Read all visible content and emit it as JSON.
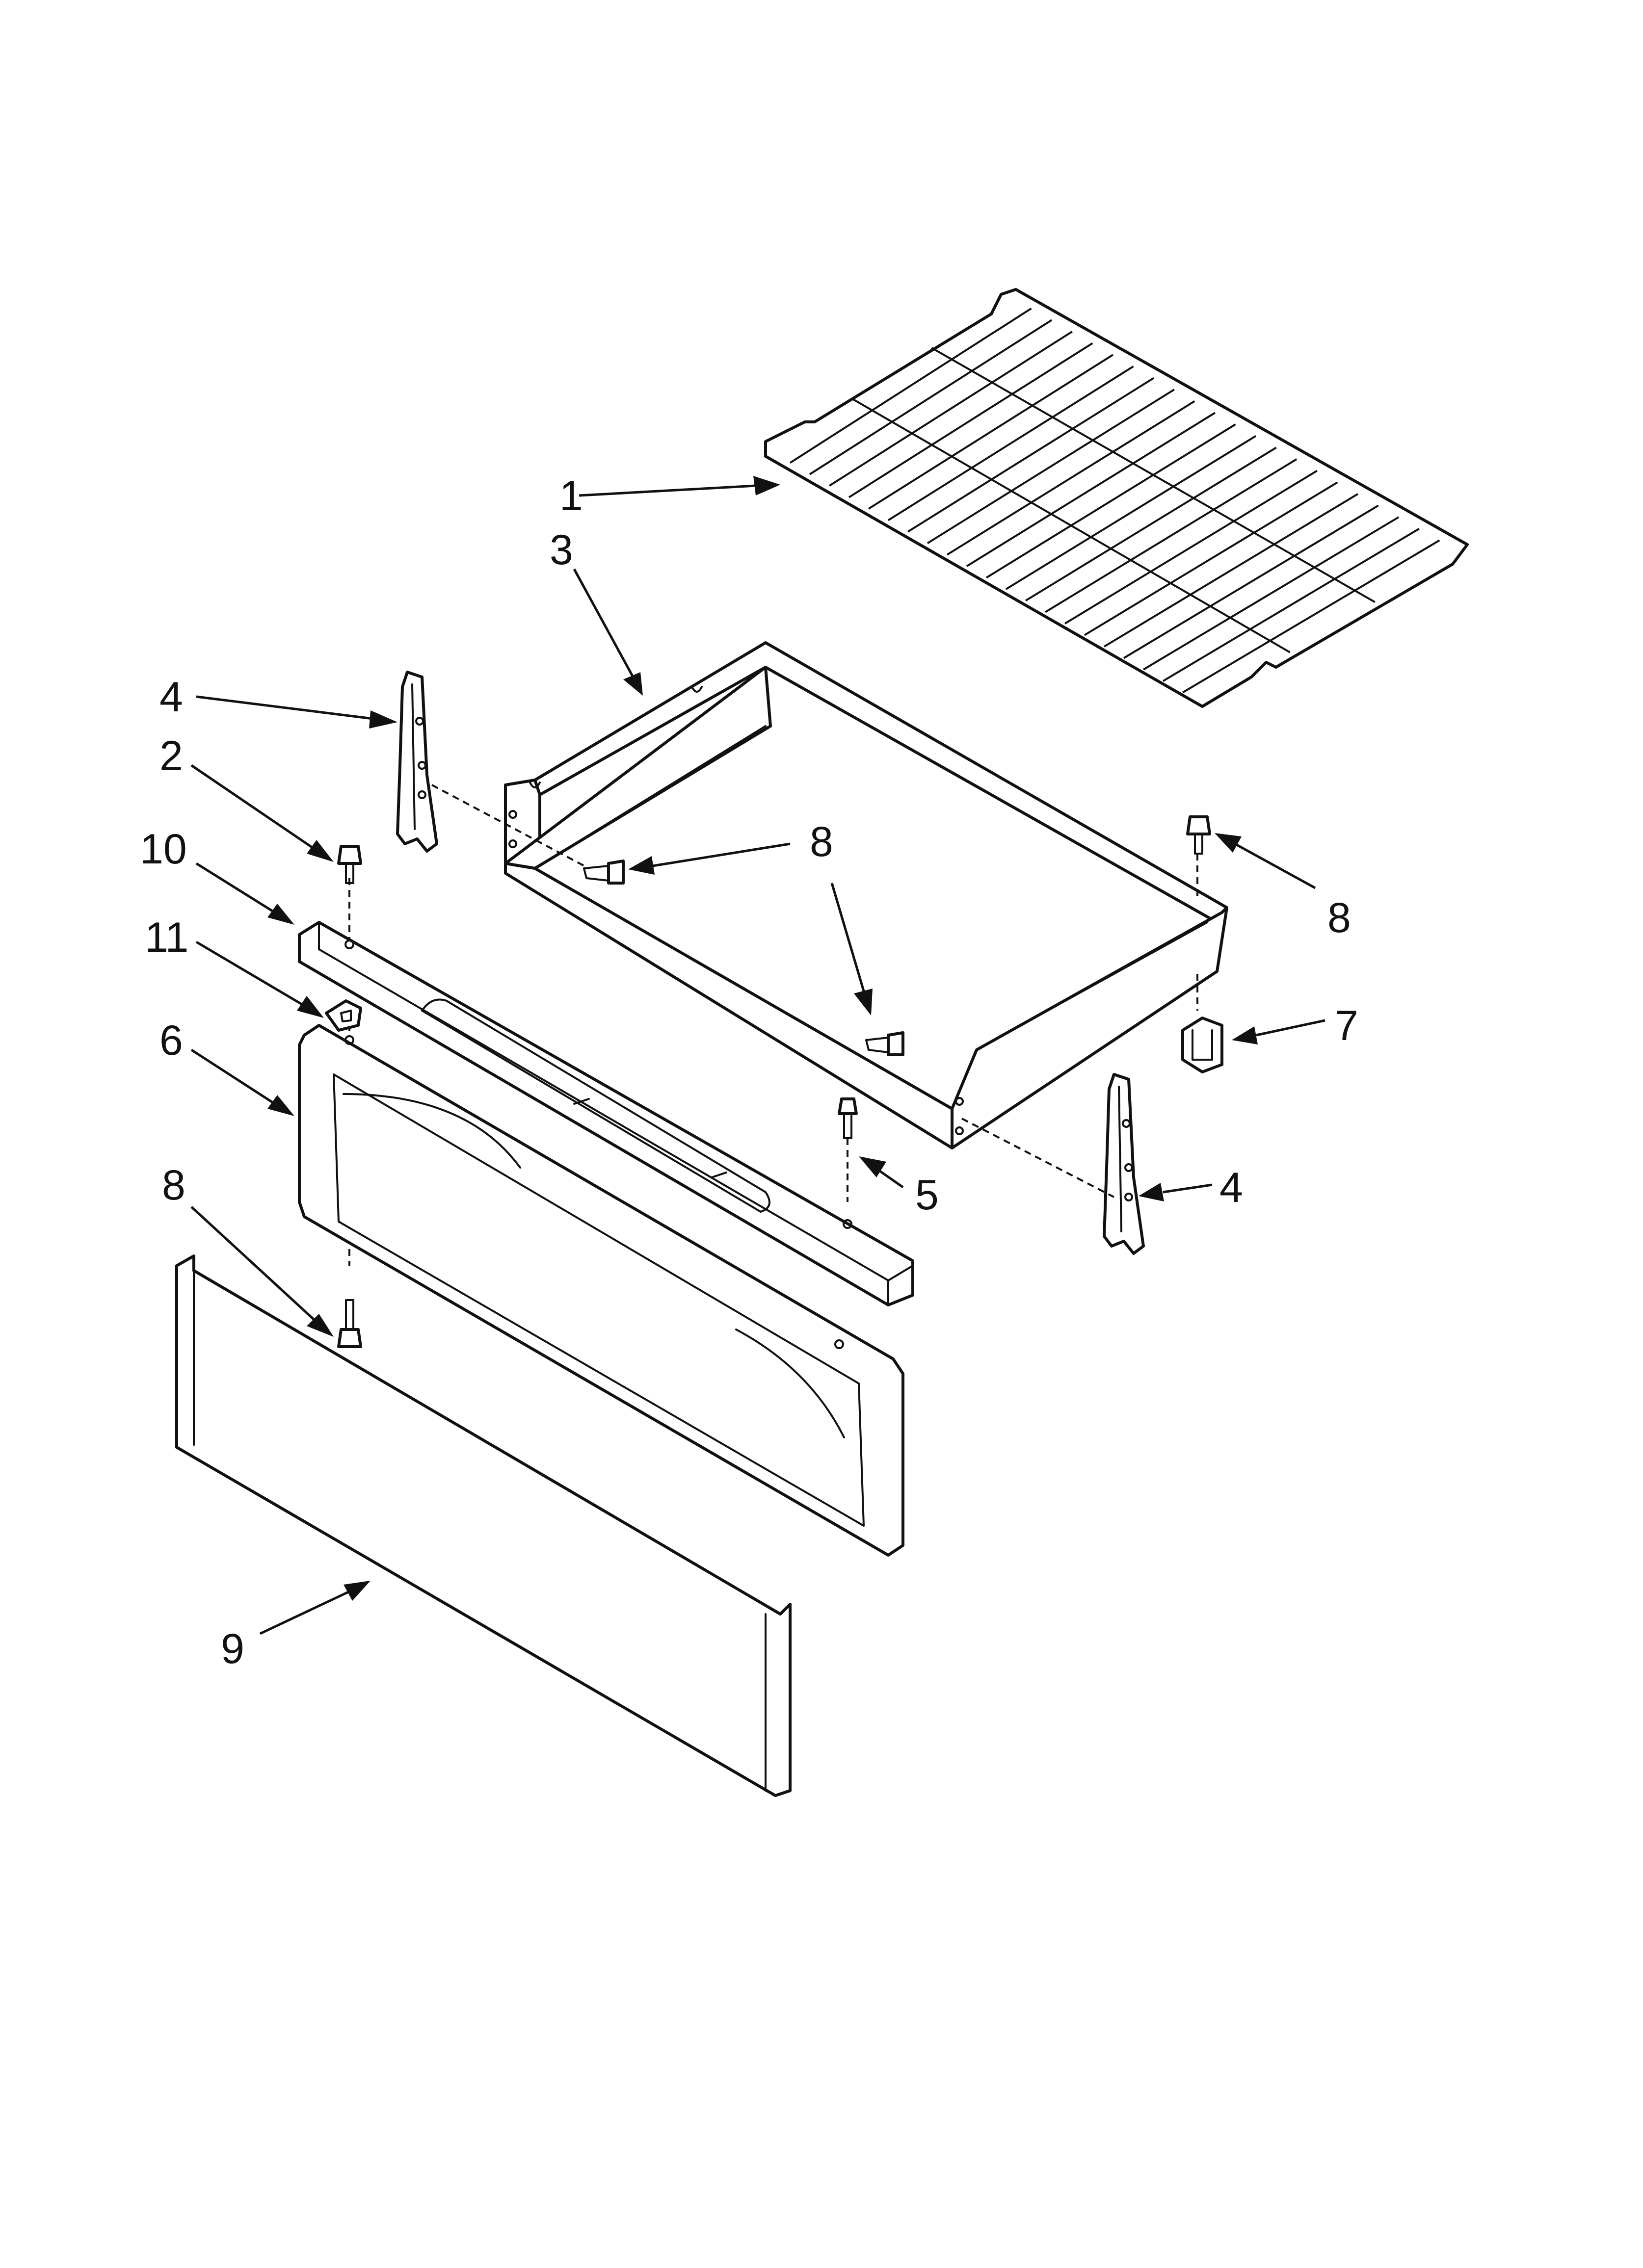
{
  "callouts": {
    "c1": "1",
    "c3": "3",
    "c4_left": "4",
    "c2": "2",
    "c10": "10",
    "c11": "11",
    "c6": "6",
    "c8_left": "8",
    "c8_center": "8",
    "c8_right": "8",
    "c7": "7",
    "c5": "5",
    "c4_right": "4",
    "c9": "9"
  },
  "colors": {
    "line": "#111111",
    "background": "#ffffff"
  }
}
